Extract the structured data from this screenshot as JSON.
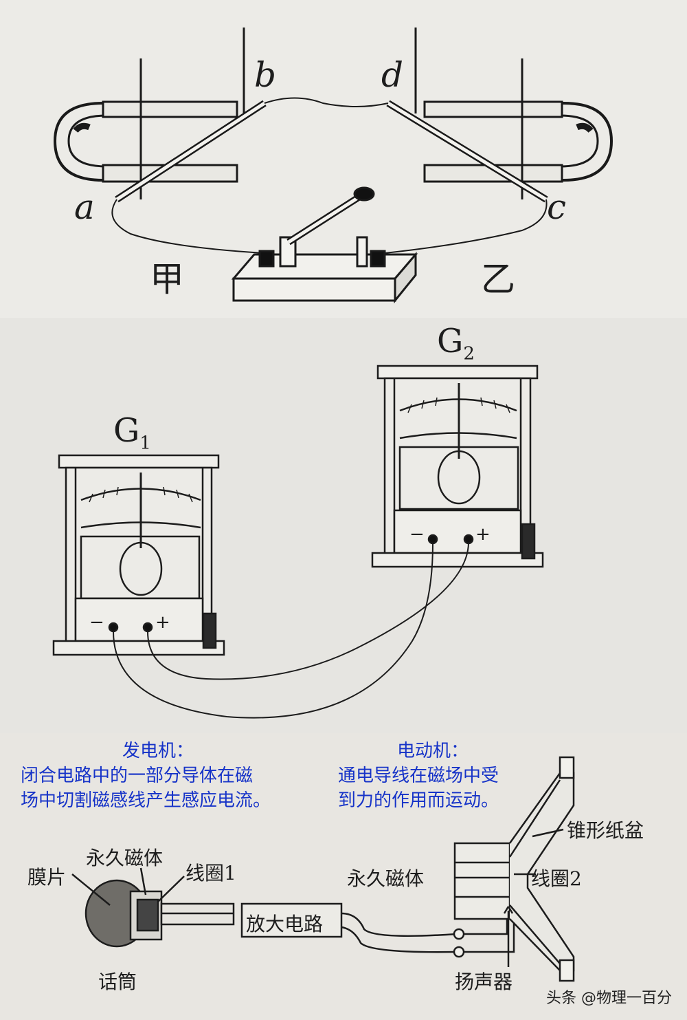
{
  "panel1": {
    "labels": {
      "a": "a",
      "b": "b",
      "c": "c",
      "d": "d",
      "left": "甲",
      "right": "乙"
    }
  },
  "panel2": {
    "g1": "G",
    "g1_sub": "1",
    "g2": "G",
    "g2_sub": "2",
    "minus": "−",
    "plus": "+"
  },
  "panel3": {
    "generator_title": "发电机：",
    "generator_line1": "闭合电路中的一部分导体在磁",
    "generator_line2": "场中切割磁感线产生感应电流。",
    "motor_title": "电动机：",
    "motor_line1": "通电导线在磁场中受",
    "motor_line2": "到力的作用而运动。",
    "diaphragm": "膜片",
    "permanent_magnet_left": "永久磁体",
    "coil1": "线圈1",
    "amplifier": "放大电路",
    "microphone": "话筒",
    "permanent_magnet_right": "永久磁体",
    "cone": "锥形纸盆",
    "coil2": "线圈2",
    "speaker": "扬声器",
    "watermark": "头条 @物理一百分"
  },
  "colors": {
    "accent_text": "#1633c8",
    "ink": "#1d1d1d"
  }
}
